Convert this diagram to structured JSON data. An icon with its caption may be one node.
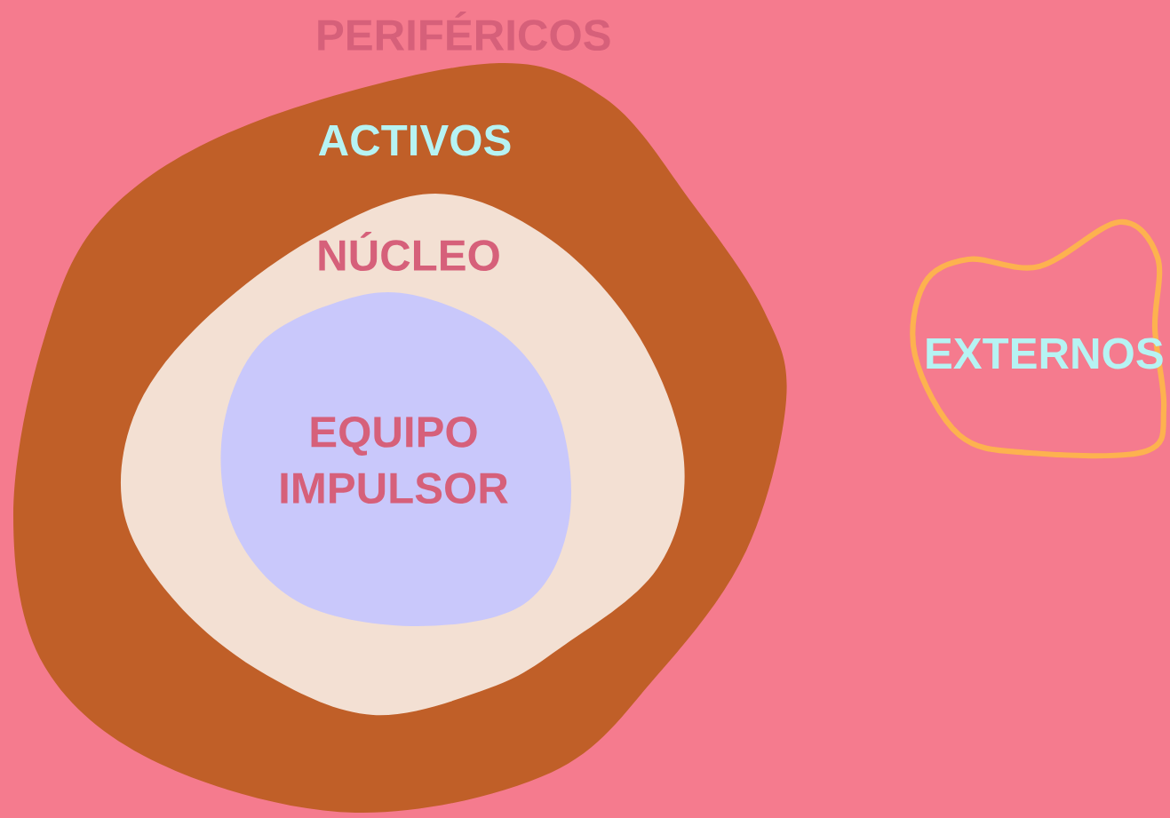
{
  "diagram": {
    "nodes": [
      {
        "text": [
          "PERIFÉRICOS"
        ]
      },
      {
        "text": [
          "ACTIVOS"
        ],
        "in": 0
      },
      {
        "text": [
          "NÚCLEO"
        ],
        "in": 1
      },
      {
        "text": [
          "EQUIPO IMPULSOR"
        ],
        "in": 2
      },
      {
        "text": [
          "EXTERNOS"
        ],
        "in": 0
      }
    ]
  }
}
